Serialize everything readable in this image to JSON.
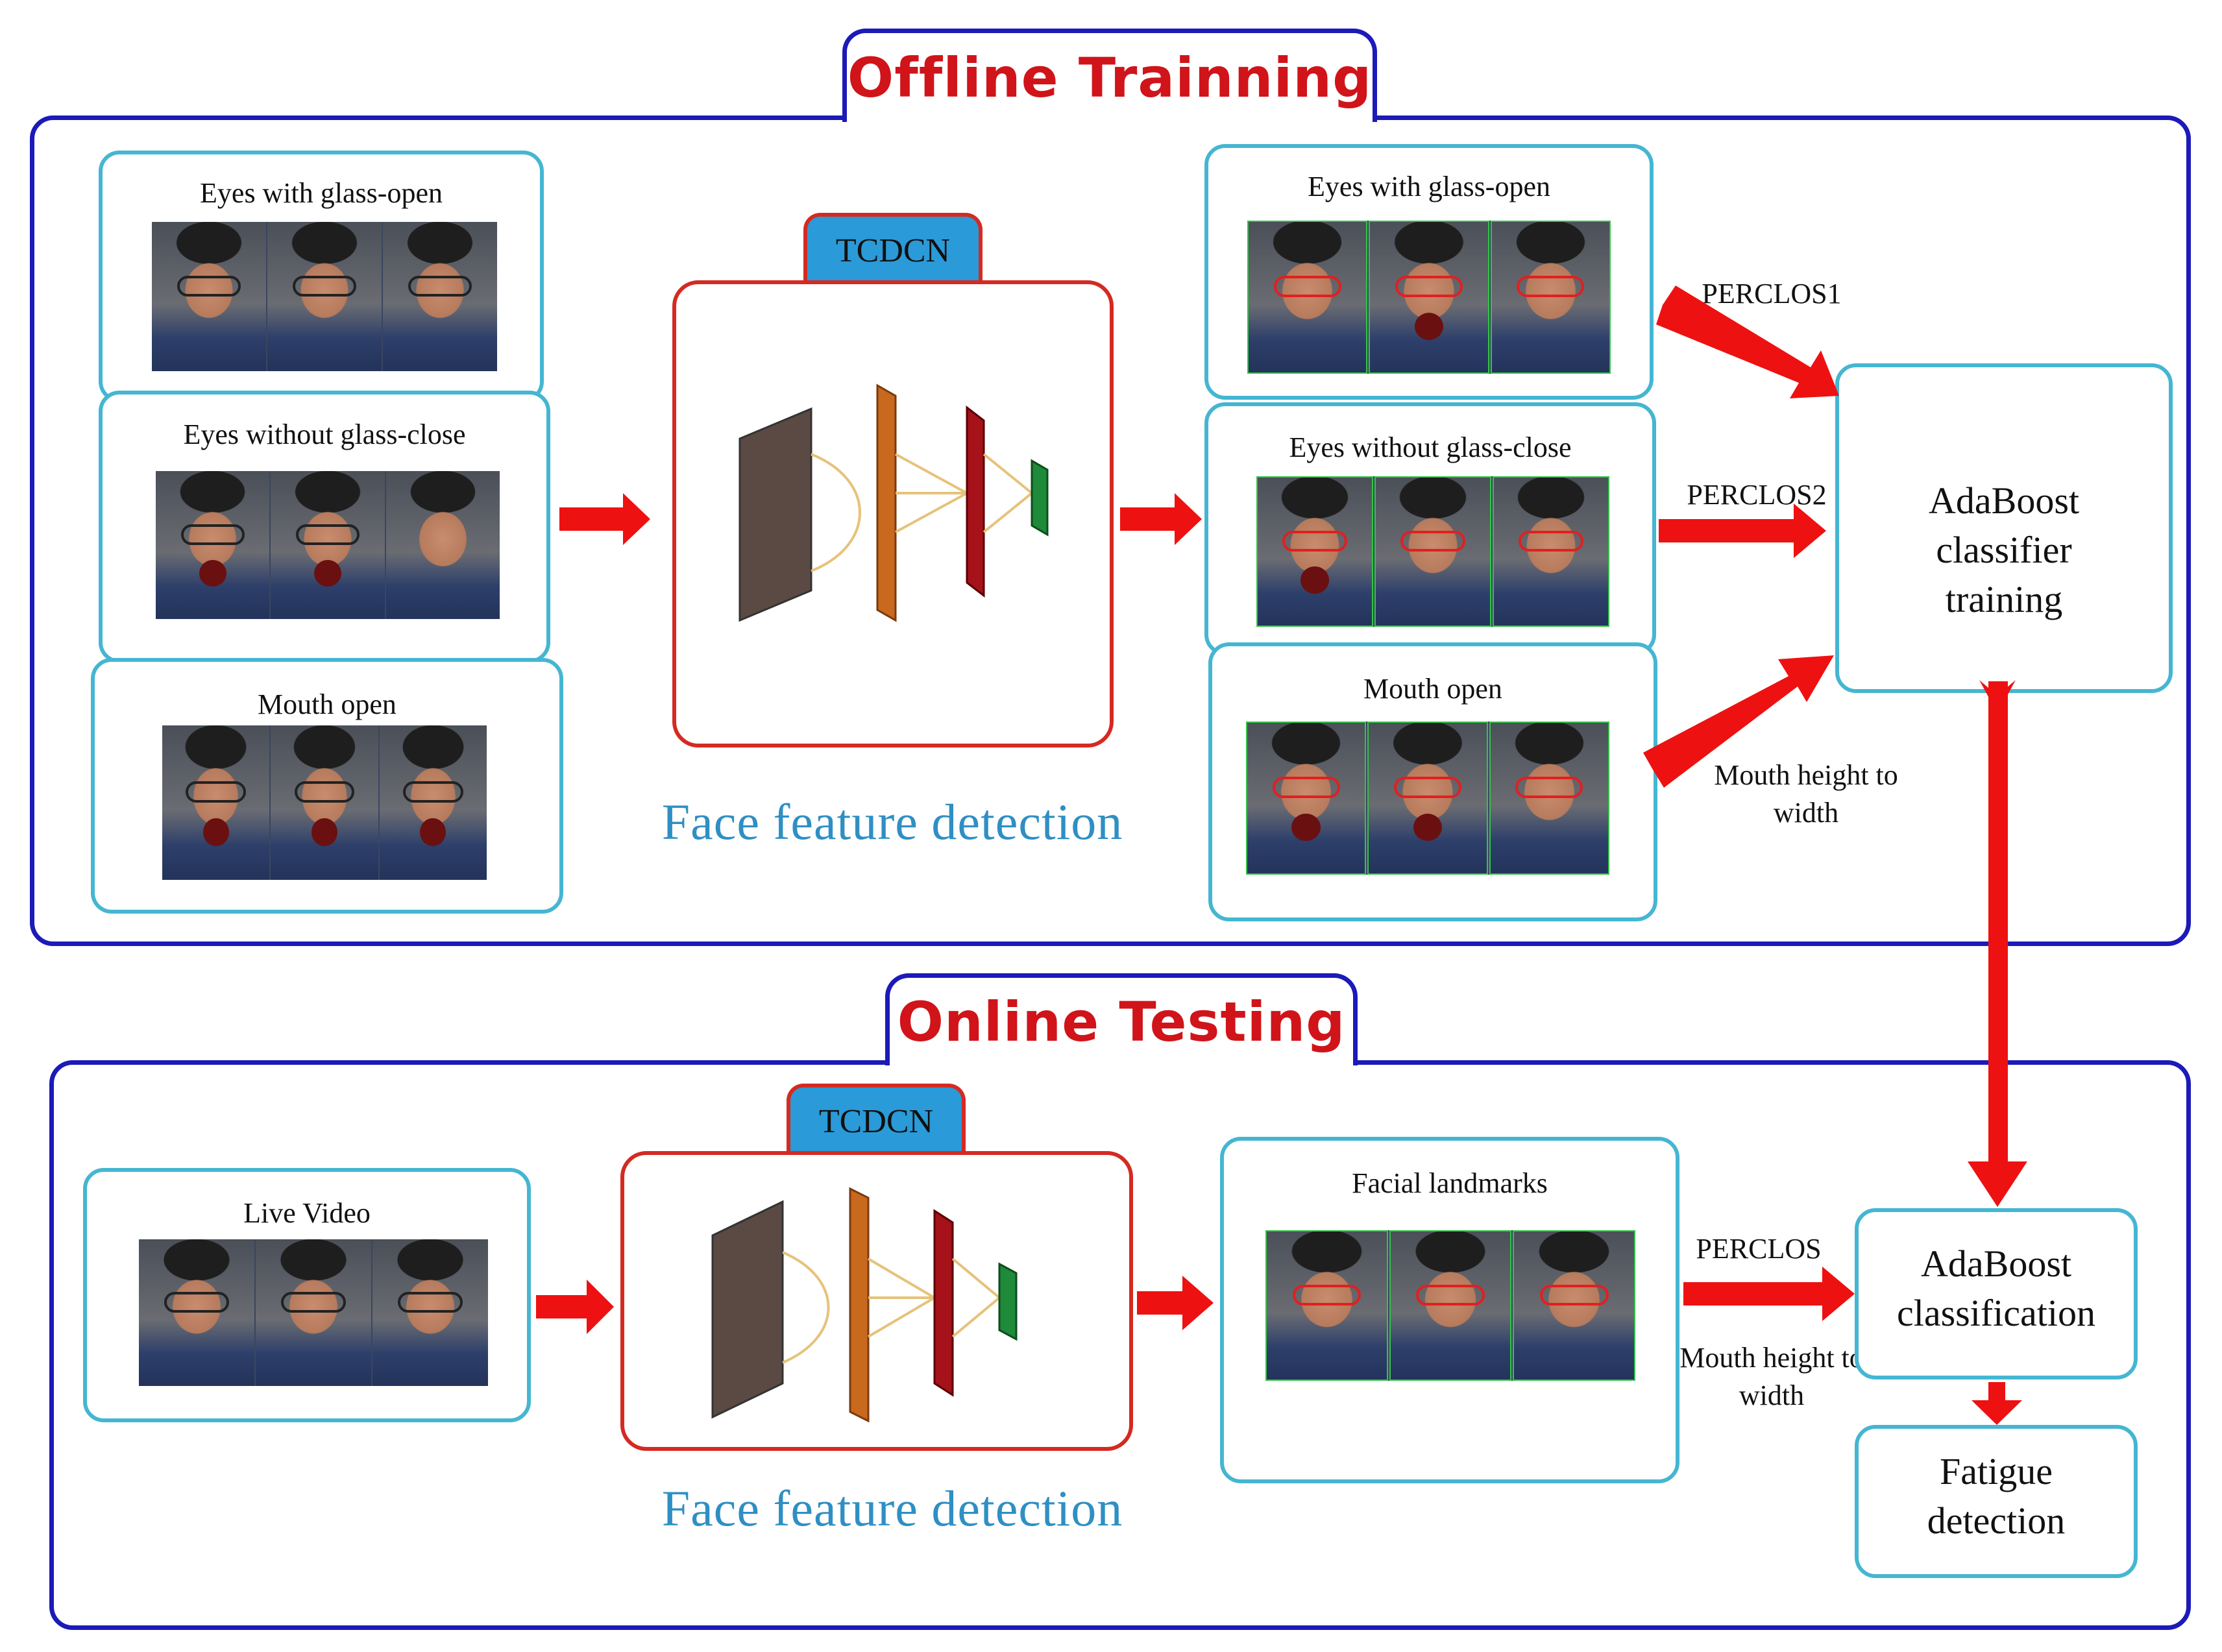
{
  "offline": {
    "title": "Offline Trainning",
    "inputs": [
      {
        "label": "Eyes with glass-open"
      },
      {
        "label": "Eyes without glass-close"
      },
      {
        "label": "Mouth open"
      }
    ],
    "network": {
      "tab": "TCDCN",
      "caption": "Face feature detection"
    },
    "outputs": [
      {
        "label": "Eyes with glass-open",
        "feature": "PERCLOS1"
      },
      {
        "label": "Eyes without glass-close",
        "feature": "PERCLOS2"
      },
      {
        "label": "Mouth open",
        "feature": "Mouth height to width"
      }
    ],
    "classifier": "AdaBoost classifier training"
  },
  "online": {
    "title": "Online Testing",
    "input": {
      "label": "Live Video"
    },
    "network": {
      "tab": "TCDCN",
      "caption": "Face feature detection"
    },
    "landmarks": {
      "label": "Facial landmarks"
    },
    "features": {
      "perclos": "PERCLOS",
      "mouth": "Mouth height to width"
    },
    "classification": "AdaBoost classification",
    "result": "Fatigue detection"
  },
  "colors": {
    "frame": "#1c1ab8",
    "title": "#d0141a",
    "card_border": "#45b6d2",
    "arrow": "#ee1111",
    "net_border": "#d42a22",
    "tab_fill": "#2a9ad8",
    "caption": "#2f8fc4"
  }
}
